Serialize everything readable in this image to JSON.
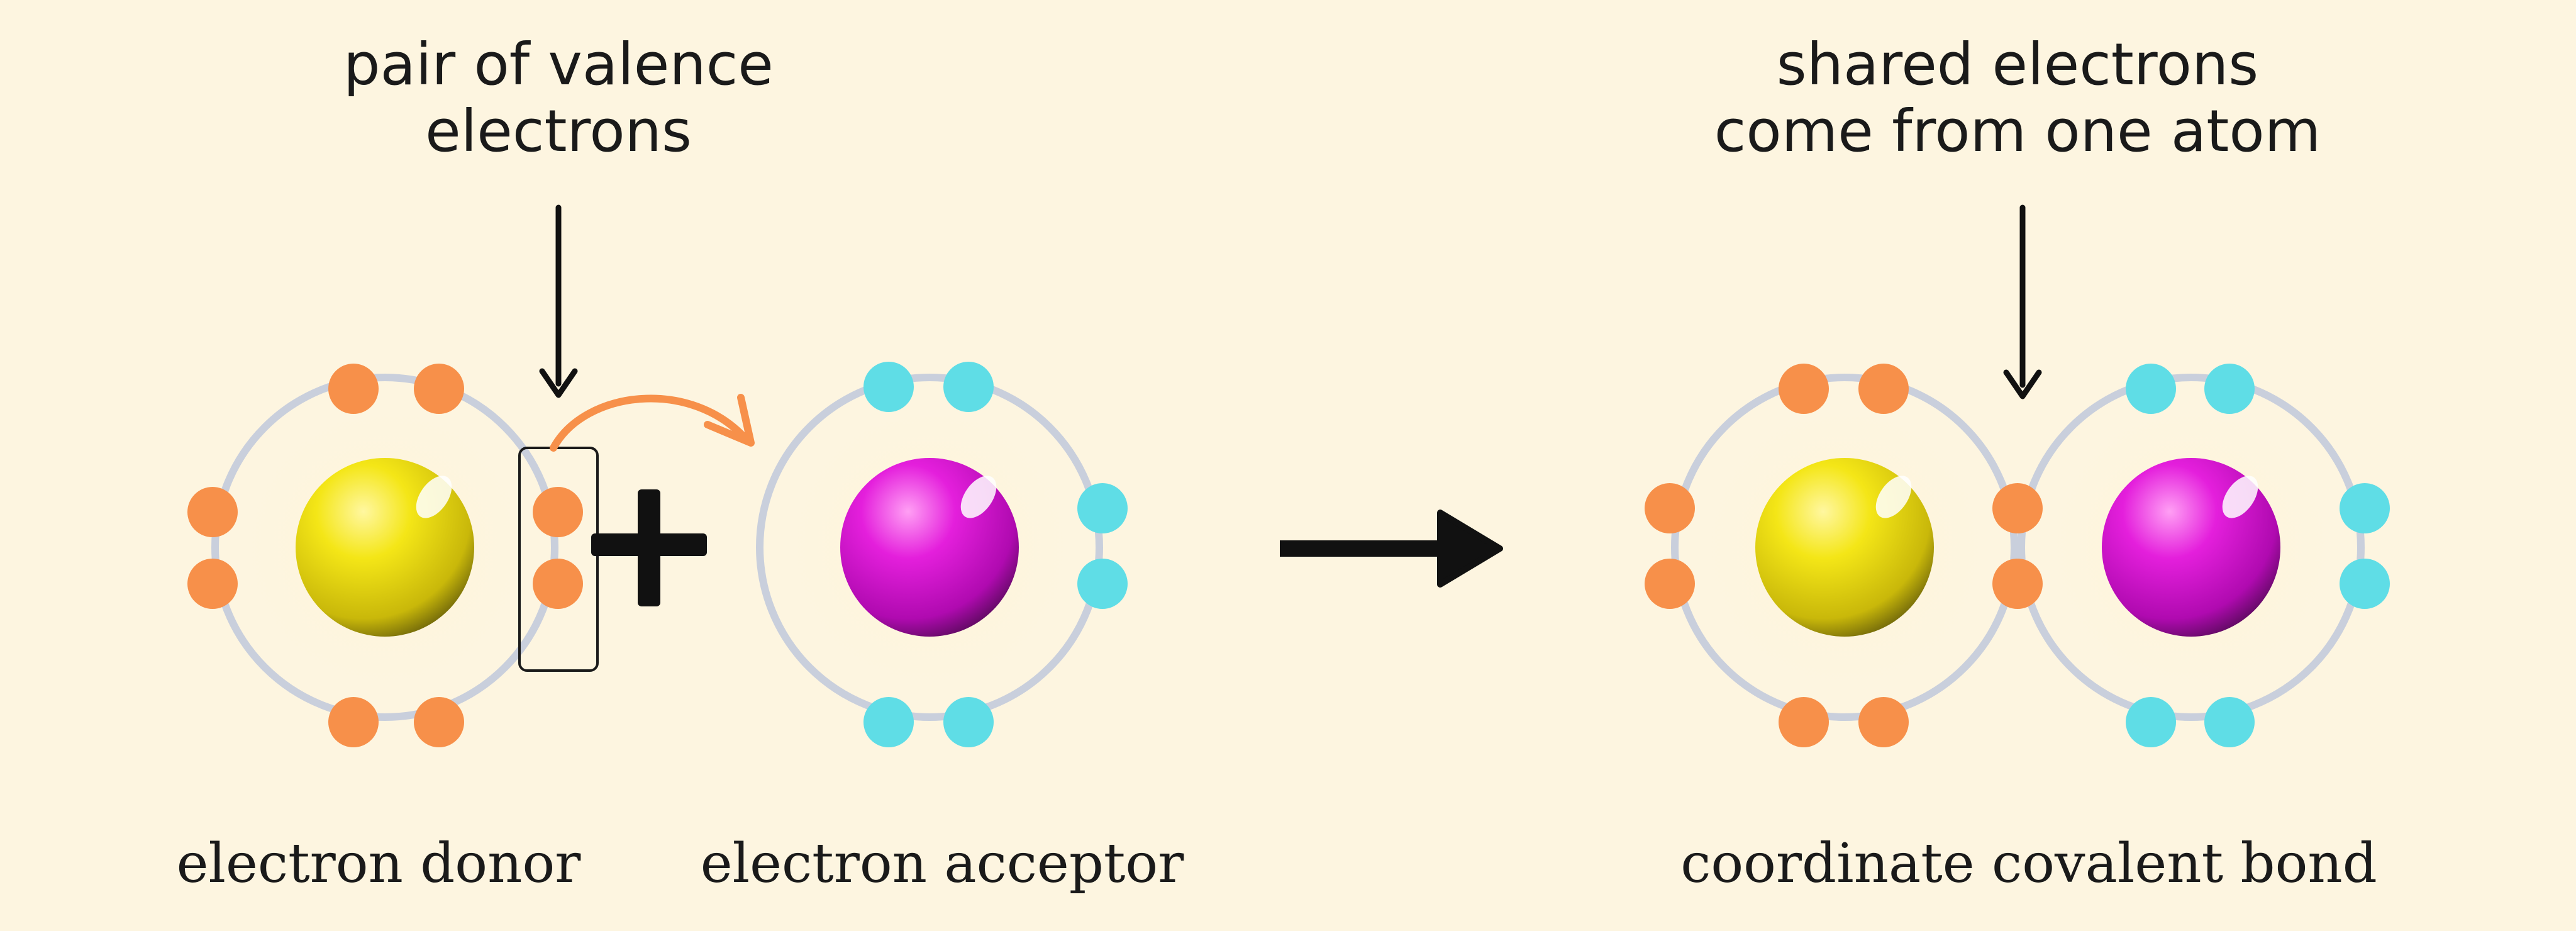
{
  "annotations": {
    "pair_label_line1": "pair of valence",
    "pair_label_line2": "electrons",
    "shared_label_line1": "shared electrons",
    "shared_label_line2": "come from one atom"
  },
  "captions": {
    "donor": "electron donor",
    "acceptor": "electron acceptor",
    "bond": "coordinate covalent bond"
  },
  "colors": {
    "background": "#fdf5e0",
    "donor_electron": "#f7904a",
    "acceptor_electron": "#5fdde6",
    "donor_nucleus": "#e8de10",
    "acceptor_nucleus": "#e020d8",
    "shell": "#c9cfdc",
    "transfer_arrow": "#f7904a"
  }
}
